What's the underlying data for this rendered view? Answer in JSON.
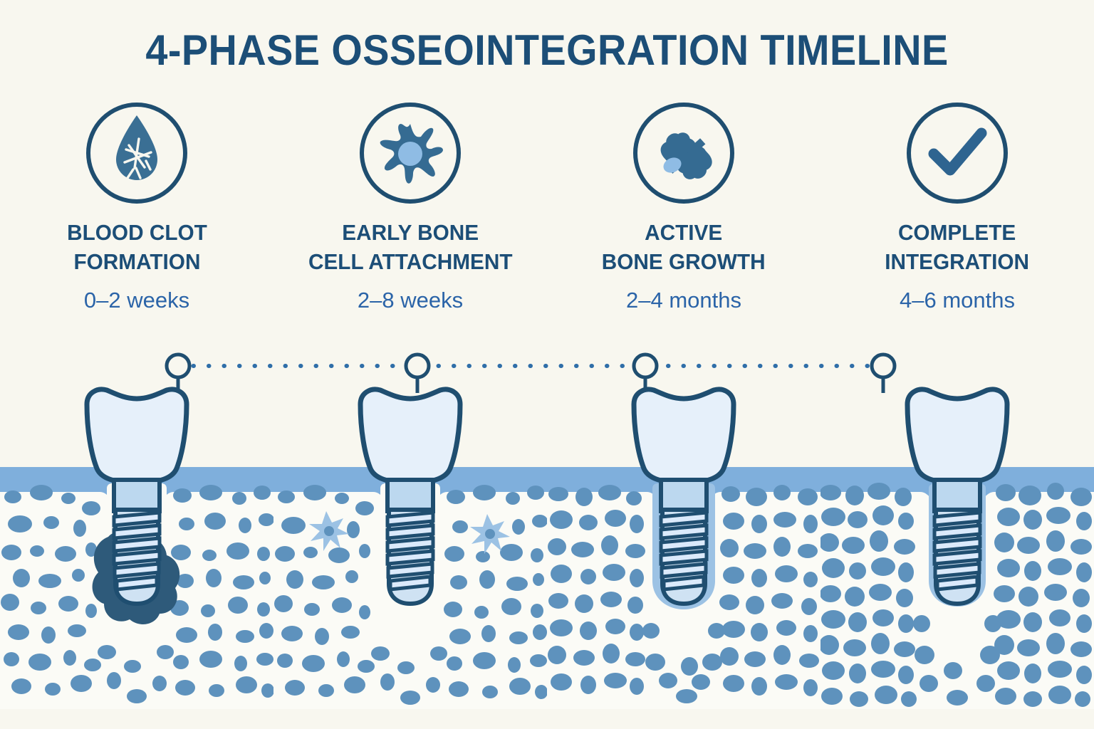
{
  "page": {
    "title": "4-PHASE OSSEOINTEGRATION TIMELINE",
    "background_color": "#f8f7ef",
    "ink_dark": "#1c4e77",
    "ink_accent": "#2b64a8",
    "outline": "#1f4e70",
    "gum_color": "#7fafdc",
    "bone_speckle": "#5e92bd",
    "bone_block": "#fbfbf6",
    "crown_fill": "#e6f0fa",
    "implant_fill": "#cfe2f3",
    "clot_color": "#2e5a7a",
    "new_bone_halo": "#9cc2e4"
  },
  "phases": [
    {
      "index": 1,
      "icon": "blood-drop-icon",
      "label_line1": "BLOOD CLOT",
      "label_line2": "FORMATION",
      "duration": "0–2 weeks",
      "diagram": "implant-with-blood-clot"
    },
    {
      "index": 2,
      "icon": "osteoblast-cell-icon",
      "label_line1": "EARLY BONE",
      "label_line2": "CELL ATTACHMENT",
      "duration": "2–8 weeks",
      "diagram": "implant-with-bone-cells"
    },
    {
      "index": 3,
      "icon": "bone-icon",
      "label_line1": "ACTIVE",
      "label_line2": "BONE GROWTH",
      "duration": "2–4 months",
      "diagram": "implant-with-new-bone-halo"
    },
    {
      "index": 4,
      "icon": "checkmark-icon",
      "label_line1": "COMPLETE",
      "label_line2": "INTEGRATION",
      "duration": "4–6 months",
      "diagram": "implant-fully-integrated"
    }
  ],
  "timeline": {
    "node_count": 4,
    "connector_style": "dotted"
  }
}
